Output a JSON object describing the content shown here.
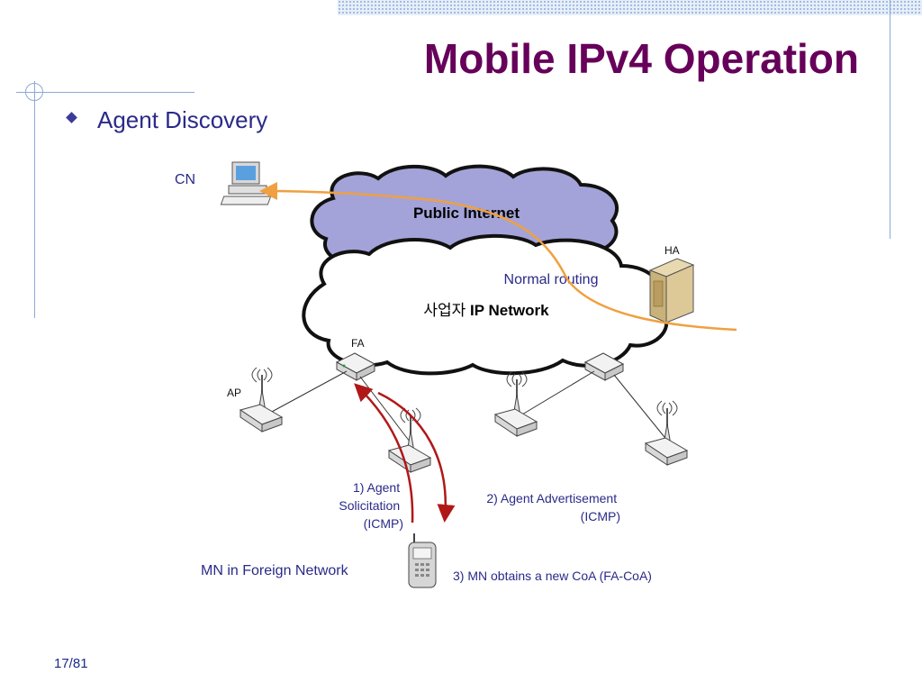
{
  "slide": {
    "title": "Mobile IPv4 Operation",
    "bullet": "Agent Discovery",
    "page_number": "17/81"
  },
  "diagram": {
    "cloud_public": "Public Internet",
    "cloud_corporate_prefix": "사업자",
    "cloud_corporate_suffix": "IP Network",
    "node_cn": "CN",
    "node_ha": "HA",
    "node_fa": "FA",
    "node_ap": "AP",
    "normal_routing": "Normal routing",
    "step1": [
      "1) Agent",
      "Solicitation",
      "(ICMP)"
    ],
    "step2": [
      "2) Agent Advertisement",
      "(ICMP)"
    ],
    "step3": "3) MN obtains a new CoA (FA-CoA)",
    "mn_label": "MN in Foreign Network"
  },
  "colors": {
    "title": "#66005a",
    "text_blue": "#2a2a8a",
    "public_cloud_fill": "#a3a3d9",
    "routing_arrow": "#f0a040",
    "signal_arrow": "#b01818"
  }
}
